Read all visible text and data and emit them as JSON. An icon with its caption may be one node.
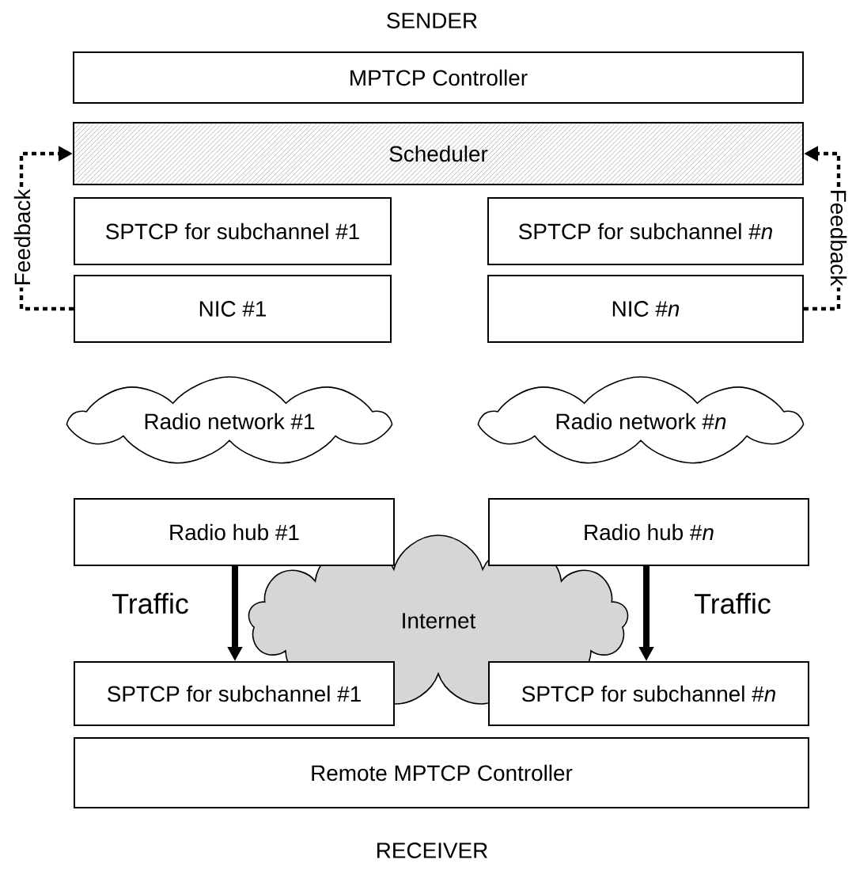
{
  "diagram": {
    "nodes": [
      {
        "text": [
          "MPTCP Controller"
        ]
      },
      {
        "text": [
          "Scheduler"
        ]
      },
      {
        "text": [
          "SPTCP for subchannel #1"
        ]
      },
      {
        "text": [
          "SPTCP for subchannel #*n*"
        ]
      },
      {
        "text": [
          "NIC #1"
        ]
      },
      {
        "text": [
          "NIC #*n*"
        ]
      },
      {
        "text": [
          "Radio network #1"
        ]
      },
      {
        "text": [
          "Radio network #*n*"
        ]
      },
      {
        "text": [
          "Radio hub #1"
        ]
      },
      {
        "text": [
          "Radio hub #*n*"
        ]
      },
      {
        "text": [
          "Internet"
        ]
      },
      {
        "text": [
          "SPTCP for subchannel #1"
        ]
      },
      {
        "text": [
          "SPTCP for subchannel #*n*"
        ]
      },
      {
        "text": [
          "Remote MPTCP Controller"
        ]
      }
    ],
    "edges": [
      {
        "from": 4,
        "to": 1,
        "arrow": "to",
        "label": "Feedback",
        "style": "dashed"
      },
      {
        "from": 5,
        "to": 1,
        "arrow": "to",
        "label": "Feedback",
        "style": "dashed"
      },
      {
        "from": 8,
        "to": 11,
        "arrow": "to",
        "label": "Traffic",
        "style": "thick"
      },
      {
        "from": 9,
        "to": 12,
        "arrow": "to",
        "label": "Traffic",
        "style": "thick"
      }
    ],
    "labels": [
      "SENDER",
      "RECEIVER"
    ]
  }
}
